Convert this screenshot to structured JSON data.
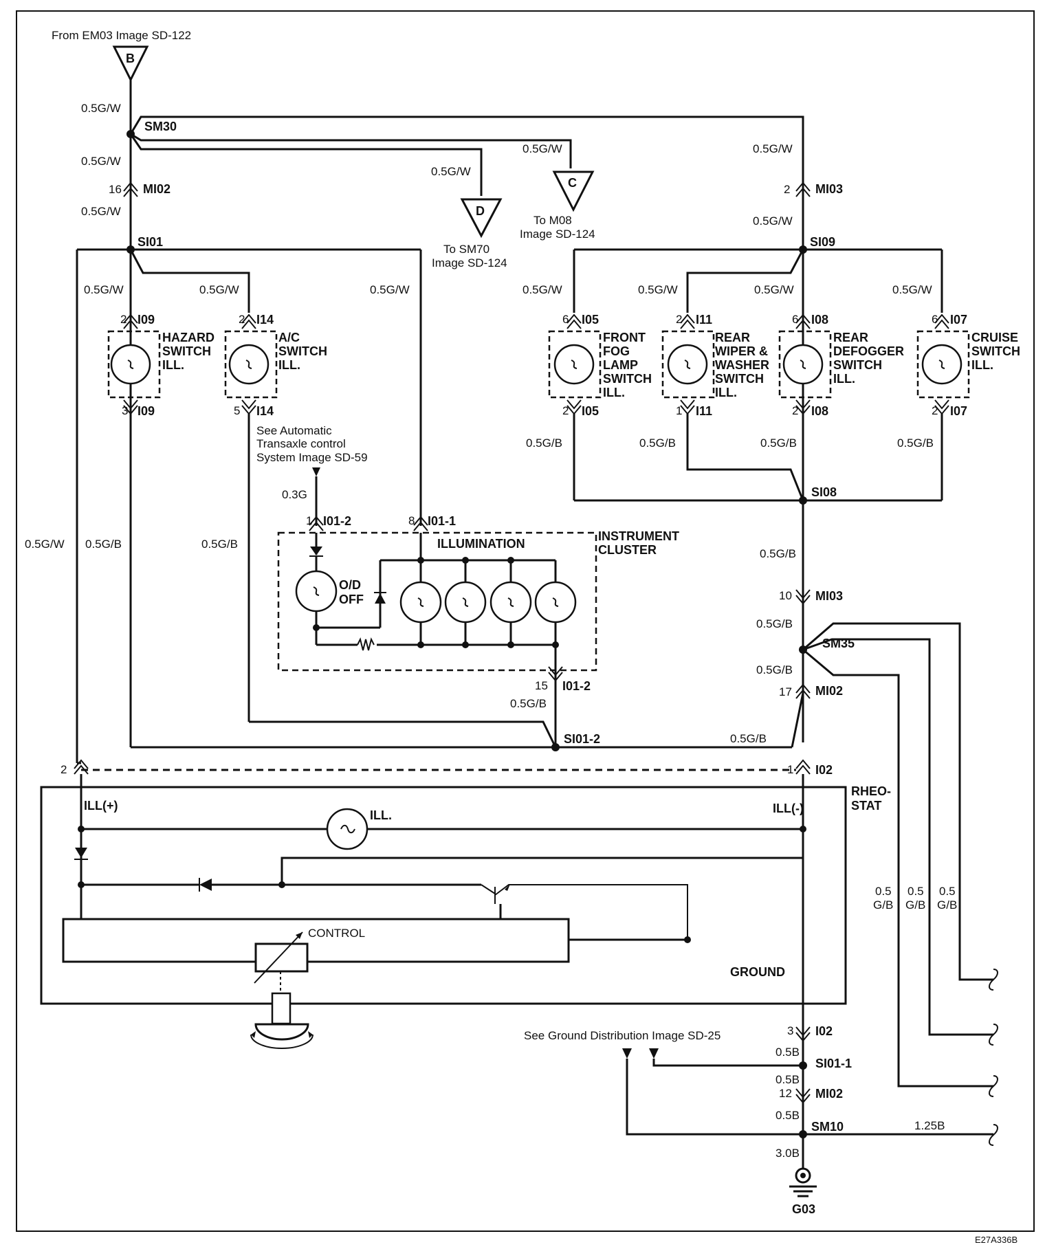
{
  "header": {
    "from_ref": "From EM03  Image  SD-122",
    "footer_code": "E27A336B"
  },
  "connectors": {
    "B": "B",
    "C": "C",
    "D": "D",
    "to_sm70_1": "To SM70",
    "to_sm70_2": "Image SD-124",
    "to_m08_1": "To M08",
    "to_m08_2": "Image  SD-124"
  },
  "wires": {
    "gw": "0.5G/W",
    "gb": "0.5G/B",
    "g03": "0.3G",
    "b05": "0.5B",
    "b125": "1.25B",
    "b30": "3.0B",
    "small_05": "0.5",
    "small_gb": "G/B"
  },
  "splices": {
    "sm30": "SM30",
    "si01": "SI01",
    "si09": "SI09",
    "si08": "SI08",
    "sm35": "SM35",
    "si012": "SI01-2",
    "si011": "SI01-1",
    "sm10": "SM10"
  },
  "pins": {
    "p16": "16",
    "p2": "2",
    "p3": "3",
    "p5": "5",
    "p6": "6",
    "p1": "1",
    "p8": "8",
    "p15": "15",
    "p10": "10",
    "p17": "17",
    "p12": "12"
  },
  "conn_ids": {
    "mi02": "MI02",
    "mi03": "MI03",
    "i09": "I09",
    "i14": "I14",
    "i05": "I05",
    "i11": "I11",
    "i08": "I08",
    "i07": "I07",
    "i012": "I01-2",
    "i011": "I01-1",
    "i02": "I02"
  },
  "components": {
    "hazard": [
      "HAZARD",
      "SWITCH",
      "ILL."
    ],
    "ac": [
      "A/C",
      "SWITCH",
      "ILL."
    ],
    "fog": [
      "FRONT",
      "FOG",
      "LAMP",
      "SWITCH",
      "ILL."
    ],
    "wiper": [
      "REAR",
      "WIPER &",
      "WASHER",
      "SWITCH",
      "ILL."
    ],
    "defogger": [
      "REAR",
      "DEFOGGER",
      "SWITCH",
      "ILL."
    ],
    "cruise": [
      "CRUISE",
      "SWITCH",
      "ILL."
    ],
    "cluster": [
      "INSTRUMENT",
      "CLUSTER"
    ],
    "illumination": "ILLUMINATION",
    "od": [
      "O/D",
      "OFF"
    ],
    "rheostat": [
      "RHEO-",
      "STAT"
    ],
    "ill_plus": "ILL(+)",
    "ill_minus": "ILL(-)",
    "ill": "ILL.",
    "control": "CONTROL",
    "ground": "GROUND",
    "g03": "G03"
  },
  "notes": {
    "atx": [
      "See Automatic",
      "Transaxle control",
      "System Image    SD-59"
    ],
    "ground_dist": "See Ground Distribution   Image SD-25"
  }
}
